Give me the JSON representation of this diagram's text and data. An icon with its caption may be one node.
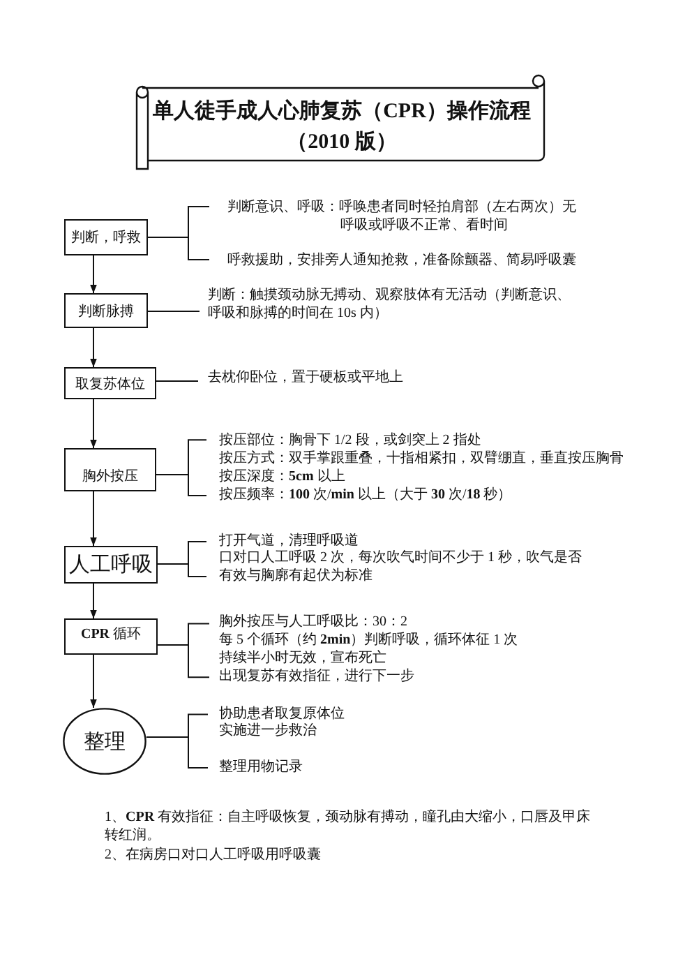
{
  "diagram": {
    "title": "单人徒手成人心肺复苏（CPR）操作流程（2010 版）",
    "nodes": [
      {
        "text": [
          "判断，呼救"
        ]
      },
      {
        "text": [
          "判断意识、呼吸：呼唤患者同时轻拍肩部（左右两次）无呼吸或呼吸不正常、看时间",
          "呼救援助，安排旁人通知抢救，准备除颤器、简易呼吸囊"
        ]
      },
      {
        "text": [
          "判断脉搏"
        ]
      },
      {
        "text": [
          "判断：触摸颈动脉无搏动、观察肢体有无活动（判断意识、呼吸和脉搏的时间在 10s 内）"
        ]
      },
      {
        "text": [
          "取复苏体位"
        ]
      },
      {
        "text": [
          "去枕仰卧位，置于硬板或平地上"
        ]
      },
      {
        "text": [
          "胸外按压"
        ]
      },
      {
        "text": [
          "按压部位：胸骨下 1/2 段，或剑突上 2 指处",
          "按压方式：双手掌跟重叠，十指相紧扣，双臂绷直，垂直按压胸骨",
          "按压深度：**5cm** 以上",
          "按压频率：**100** 次/**min** 以上（大于 **30** 次/**18** 秒）"
        ]
      },
      {
        "text": [
          "人工呼吸"
        ]
      },
      {
        "text": [
          "打开气道，清理呼吸道",
          "口对口人工呼吸 2 次，每次吹气时间不少于 1 秒，吹气是否有效与胸廓有起伏为标准"
        ]
      },
      {
        "text": [
          "**CPR** 循环"
        ]
      },
      {
        "text": [
          "胸外按压与人工呼吸比：30：2",
          "每 5 个循环（约 **2min**）判断呼吸，循环体征 1 次",
          "持续半小时无效，宣布死亡",
          "出现复苏有效指征，进行下一步"
        ]
      },
      {
        "text": [
          "整理"
        ]
      },
      {
        "text": [
          "协助患者取复原体位",
          "实施进一步救治",
          "整理用物记录"
        ]
      }
    ],
    "edges": [
      {
        "from": 0,
        "to": 1,
        "arrow": "none"
      },
      {
        "from": 0,
        "to": 2,
        "arrow": "to"
      },
      {
        "from": 2,
        "to": 3,
        "arrow": "none"
      },
      {
        "from": 2,
        "to": 4,
        "arrow": "to"
      },
      {
        "from": 4,
        "to": 5,
        "arrow": "none"
      },
      {
        "from": 4,
        "to": 6,
        "arrow": "to"
      },
      {
        "from": 6,
        "to": 7,
        "arrow": "none"
      },
      {
        "from": 6,
        "to": 8,
        "arrow": "to"
      },
      {
        "from": 8,
        "to": 9,
        "arrow": "none"
      },
      {
        "from": 8,
        "to": 10,
        "arrow": "to"
      },
      {
        "from": 10,
        "to": 11,
        "arrow": "none"
      },
      {
        "from": 10,
        "to": 12,
        "arrow": "to"
      },
      {
        "from": 12,
        "to": 13,
        "arrow": "none"
      }
    ],
    "labels": [
      "1、**CPR** 有效指征：自主呼吸恢复，颈动脉有搏动，瞳孔由大缩小，口唇及甲床转红润。",
      "2、在病房口对口人工呼吸用呼吸囊"
    ]
  }
}
